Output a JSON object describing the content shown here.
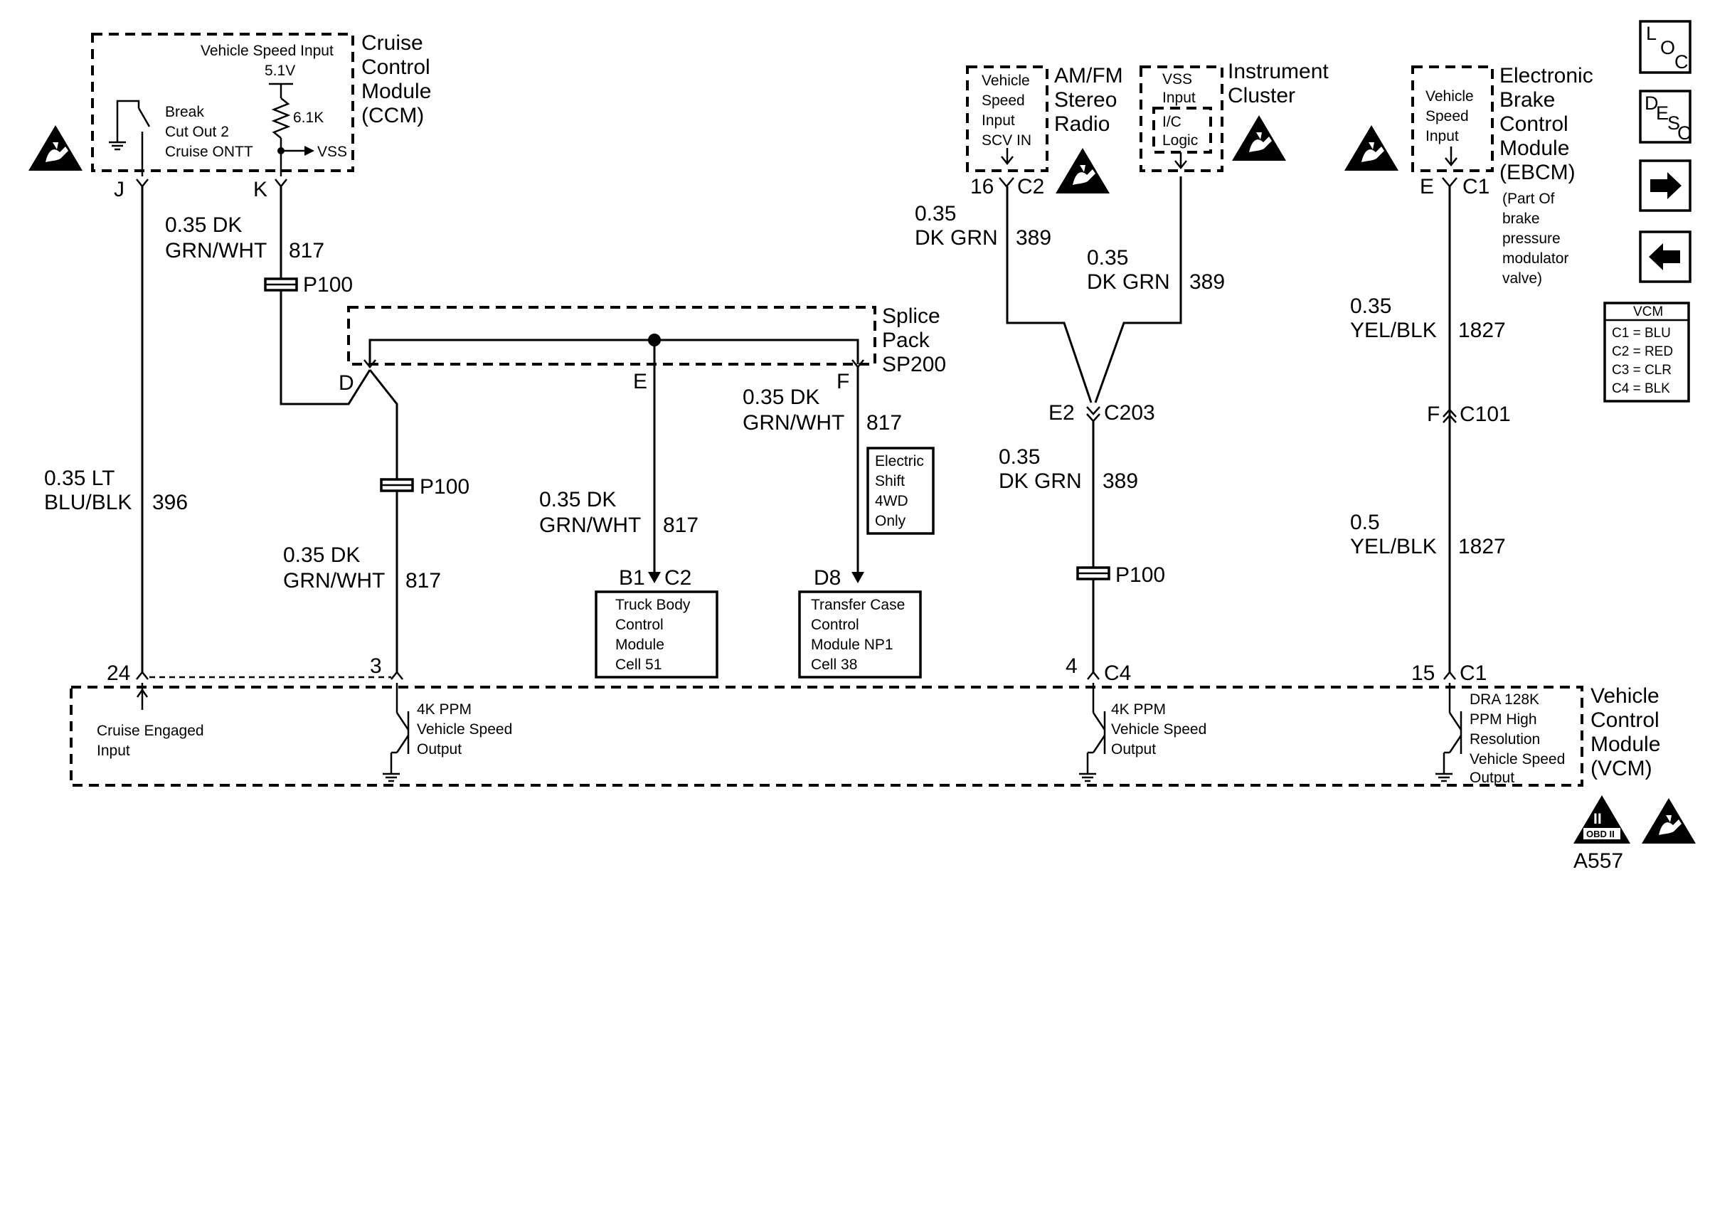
{
  "ccm": {
    "title_lines": [
      "Cruise",
      "Control",
      "Module",
      "(CCM)"
    ],
    "vsi_label": "Vehicle Speed Input",
    "voltage": "5.1V",
    "resistor": "6.1K",
    "vss": "VSS",
    "switch_lines": [
      "Break",
      "Cut Out 2",
      "Cruise ONTT"
    ],
    "pin_j": "J",
    "pin_k": "K"
  },
  "radio": {
    "title_lines": [
      "AM/FM",
      "Stereo",
      "Radio"
    ],
    "box_lines": [
      "Vehicle",
      "Speed",
      "Input",
      "SCV IN"
    ],
    "pin": "16",
    "conn": "C2"
  },
  "cluster": {
    "title_lines": [
      "Instrument",
      "Cluster"
    ],
    "vss_lines": [
      "VSS",
      "Input"
    ],
    "logic_lines": [
      "I/C",
      "Logic"
    ]
  },
  "ebcm": {
    "title_lines": [
      "Electronic",
      "Brake",
      "Control",
      "Module",
      "(EBCM)"
    ],
    "note_lines": [
      "(Part Of",
      "brake",
      "pressure",
      "modulator",
      "valve)"
    ],
    "box_lines": [
      "Vehicle",
      "Speed",
      "Input"
    ],
    "pin": "E",
    "conn": "C1"
  },
  "splice": {
    "title_lines": [
      "Splice",
      "Pack",
      "SP200"
    ],
    "pin_d": "D",
    "pin_e": "E",
    "pin_f": "F"
  },
  "wires": {
    "w396": [
      "0.35 LT",
      "BLU/BLK",
      "396"
    ],
    "w817_top": [
      "0.35 DK",
      "GRN/WHT",
      "817"
    ],
    "w817_left": [
      "0.35 DK",
      "GRN/WHT",
      "817"
    ],
    "w817_mid": [
      "0.35 DK",
      "GRN/WHT",
      "817"
    ],
    "w817_right": [
      "0.35 DK",
      "GRN/WHT",
      "817"
    ],
    "w389_radio": [
      "0.35",
      "DK GRN",
      "389"
    ],
    "w389_cluster": [
      "0.35",
      "DK GRN",
      "389"
    ],
    "w389_lower": [
      "0.35",
      "DK GRN",
      "389"
    ],
    "w1827_upper": [
      "0.35",
      "YEL/BLK",
      "1827"
    ],
    "w1827_lower": [
      "0.5",
      "YEL/BLK",
      "1827"
    ]
  },
  "connectors": {
    "p100": "P100",
    "c203_pin": "E2",
    "c203": "C203",
    "c101_pin": "F",
    "c101": "C101"
  },
  "electric_shift": [
    "Electric",
    "Shift",
    "4WD",
    "Only"
  ],
  "tbcm": {
    "pin": "B1",
    "conn": "C2",
    "lines": [
      "Truck Body",
      "Control",
      "Module",
      "Cell 51"
    ]
  },
  "tccm": {
    "pin": "D8",
    "lines": [
      "Transfer Case",
      "Control",
      "Module NP1",
      "Cell 38"
    ]
  },
  "vcm": {
    "title_lines": [
      "Vehicle",
      "Control",
      "Module",
      "(VCM)"
    ],
    "pin_24": "24",
    "pin_3": "3",
    "pin_4": "4",
    "conn_c4": "C4",
    "pin_15": "15",
    "conn_c1": "C1",
    "cruise_lines": [
      "Cruise Engaged",
      "Input"
    ],
    "out1_lines": [
      "4K PPM",
      "Vehicle Speed",
      "Output"
    ],
    "out2_lines": [
      "4K PPM",
      "Vehicle Speed",
      "Output"
    ],
    "out3_lines": [
      "DRA 128K",
      "PPM High",
      "Resolution",
      "Vehicle Speed",
      "Output"
    ]
  },
  "legend": {
    "title": "VCM",
    "rows": [
      "C1 = BLU",
      "C2 = RED",
      "C3 = CLR",
      "C4 = BLK"
    ]
  },
  "nav": {
    "loc_letters": [
      "L",
      "O",
      "C"
    ],
    "desc_letters": [
      "D",
      "E",
      "S",
      "C"
    ],
    "next_icon": "arrow-right-icon",
    "prev_icon": "arrow-left-icon"
  },
  "obd": {
    "numeral": "II",
    "label": "OBD II"
  },
  "figure_id": "A557"
}
